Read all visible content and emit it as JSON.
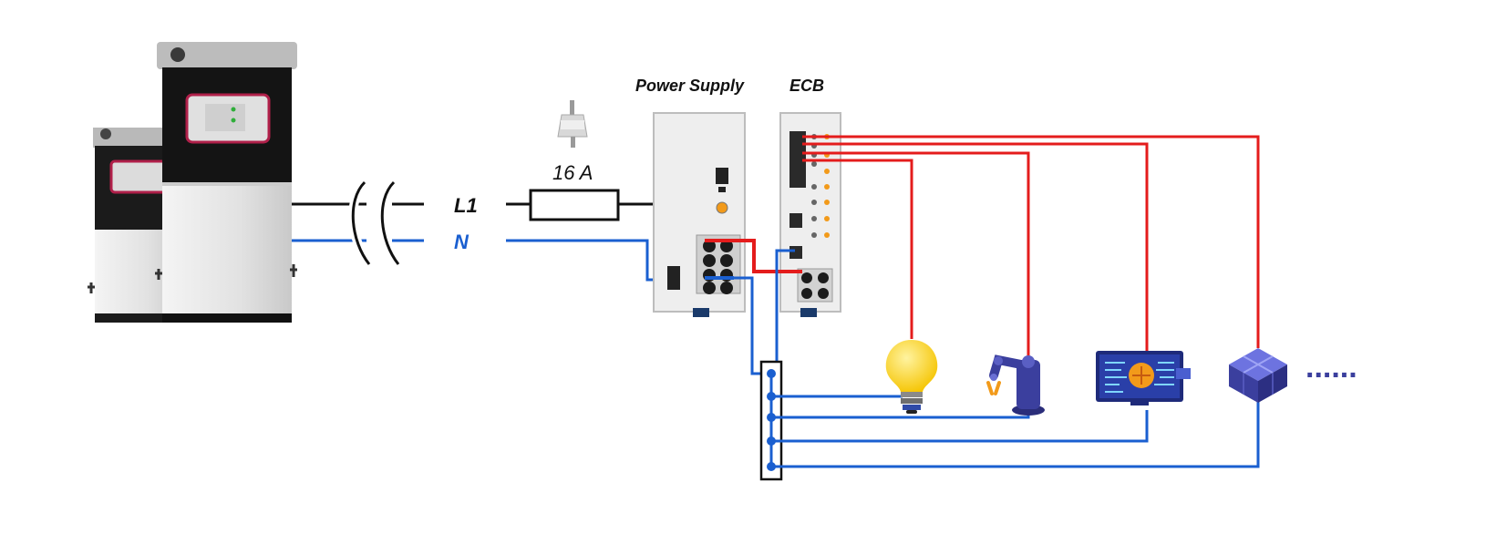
{
  "labels": {
    "power_supply": "Power Supply",
    "ecb": "ECB",
    "line": "L1",
    "neutral": "N",
    "fuse_rating": "16 A",
    "ellipsis": "......"
  },
  "colors": {
    "line_wire": "#111111",
    "neutral_wire": "#1a5fd0",
    "load_wire": "#e41c1c",
    "module_body": "#eeeeee",
    "module_border": "#bdbdbd",
    "bulb": "#ffd21a",
    "robot": "#3b3f9e",
    "cube": "#4a4fbf"
  },
  "icons": [
    "generator-cabinet-icon",
    "fuse-icon",
    "power-supply-module-icon",
    "ecb-module-icon",
    "light-bulb-icon",
    "robot-arm-icon",
    "circuit-screen-icon",
    "cube-cluster-icon"
  ]
}
